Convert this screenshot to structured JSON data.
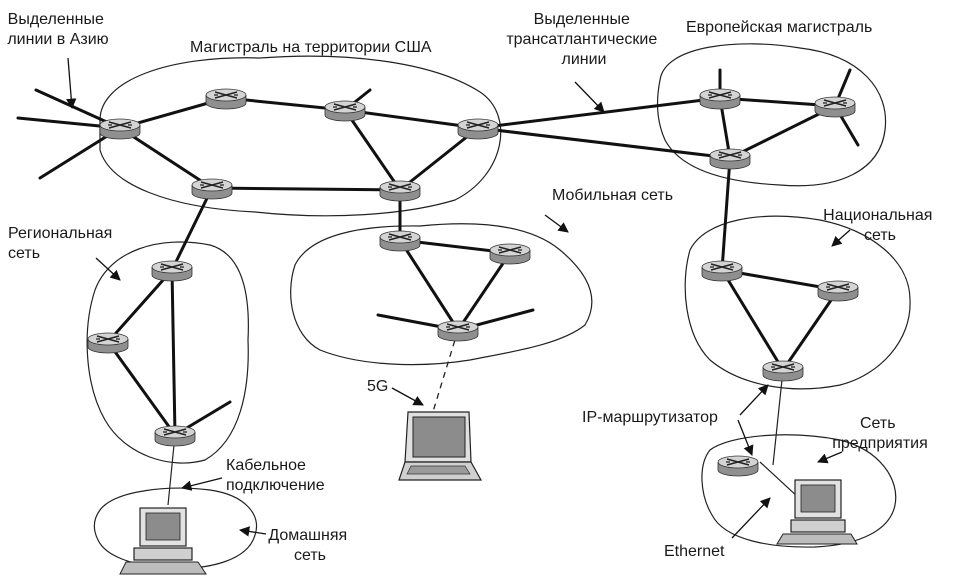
{
  "labels": {
    "asia_lines": [
      "Выделенные",
      "линии в Азию"
    ],
    "us_backbone": "Магистраль на территории США",
    "transatlantic": [
      "Выделенные",
      "трансатлантические",
      "линии"
    ],
    "european_backbone": "Европейская магистраль",
    "mobile_network": "Мобильная сеть",
    "regional_network": [
      "Региональная",
      "сеть"
    ],
    "national_network": [
      "Национальная",
      "сеть"
    ],
    "five_g": "5G",
    "ip_router": "IP-маршрутизатор",
    "enterprise_network": [
      "Сеть",
      "предприятия"
    ],
    "cable_connection": [
      "Кабельное",
      "подключение"
    ],
    "home_network": [
      "Домашняя",
      "сеть"
    ],
    "ethernet": "Ethernet"
  },
  "icons": {
    "router": "router-icon",
    "laptop": "laptop-icon",
    "desktop": "desktop-computer-icon"
  },
  "colors": {
    "router_body": "#9a9a9a",
    "router_top": "#cfcfcf",
    "line": "#111111"
  }
}
